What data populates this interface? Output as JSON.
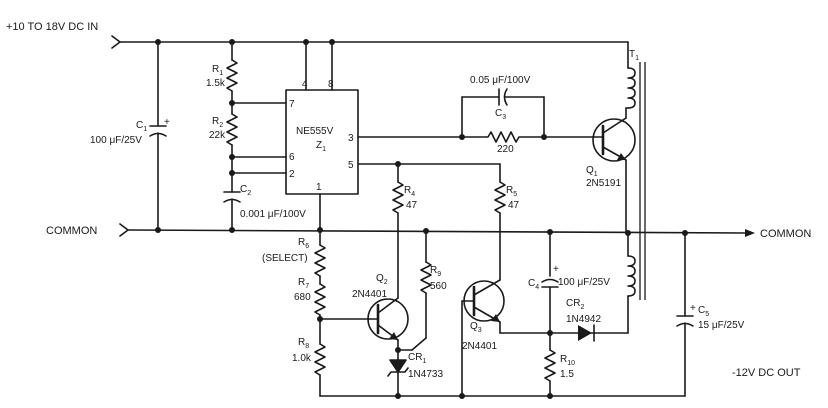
{
  "rails": {
    "input_label": "+10 TO 18V DC  IN",
    "common_left": "COMMON",
    "common_right": "COMMON",
    "output_label": "-12V DC OUT"
  },
  "ic": {
    "part": "NE555V",
    "ref": "Z",
    "ref_sub": "1",
    "pins": {
      "p4": "4",
      "p8": "8",
      "p7": "7",
      "p6": "6",
      "p2": "2",
      "p1": "1",
      "p3": "3",
      "p5": "5"
    }
  },
  "components": {
    "r1": {
      "ref": "R",
      "sub": "1",
      "value": "1.5k"
    },
    "r2": {
      "ref": "R",
      "sub": "2",
      "value": "22k"
    },
    "c1": {
      "ref": "C",
      "sub": "1",
      "value": "100 μF/25V"
    },
    "c2": {
      "ref": "C",
      "sub": "2",
      "value": "0.001 μF/100V"
    },
    "c3": {
      "ref": "C",
      "sub": "3",
      "value": "0.05 μF/100V"
    },
    "r220": {
      "value": "220"
    },
    "q1": {
      "ref": "Q",
      "sub": "1",
      "part": "2N5191"
    },
    "t1": {
      "ref": "T",
      "sub": "1"
    },
    "r4": {
      "ref": "R",
      "sub": "4",
      "value": "47"
    },
    "r5": {
      "ref": "R",
      "sub": "5",
      "value": "47"
    },
    "r6": {
      "ref": "R",
      "sub": "6",
      "value": "(SELECT)"
    },
    "r7": {
      "ref": "R",
      "sub": "7",
      "value": "680"
    },
    "r8": {
      "ref": "R",
      "sub": "8",
      "value": "1.0k"
    },
    "r9": {
      "ref": "R",
      "sub": "9",
      "value": "560"
    },
    "q2": {
      "ref": "Q",
      "sub": "2",
      "part": "2N4401"
    },
    "q3": {
      "ref": "Q",
      "sub": "3",
      "part": "2N4401"
    },
    "cr1": {
      "ref": "CR",
      "sub": "1",
      "part": "1N4733"
    },
    "c4": {
      "ref": "C",
      "sub": "4",
      "value": "100 μF/25V"
    },
    "cr2": {
      "ref": "CR",
      "sub": "2",
      "part": "1N4942"
    },
    "r10": {
      "ref": "R",
      "sub": "10",
      "value": "1.5"
    },
    "c5": {
      "ref": "C",
      "sub": "5",
      "value": "15 μF/25V"
    }
  },
  "polarity_mark": "+"
}
